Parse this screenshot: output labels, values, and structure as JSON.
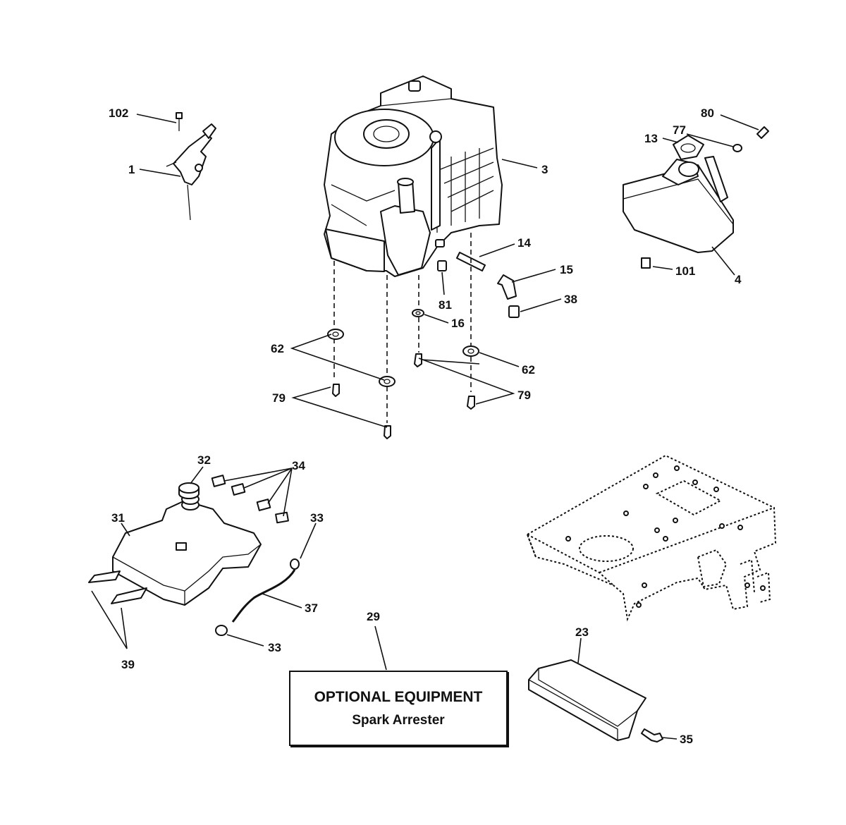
{
  "callouts": {
    "c102": "102",
    "c1": "1",
    "c3": "3",
    "c13": "13",
    "c77": "77",
    "c80": "80",
    "c101": "101",
    "c4": "4",
    "c14": "14",
    "c15": "15",
    "c38": "38",
    "c81": "81",
    "c16": "16",
    "c62a": "62",
    "c62b": "62",
    "c79a": "79",
    "c79b": "79",
    "c32": "32",
    "c34": "34",
    "c31": "31",
    "c33a": "33",
    "c33b": "33",
    "c37": "37",
    "c39": "39",
    "c29": "29",
    "c23": "23",
    "c35": "35"
  },
  "optional_box": {
    "title": "OPTIONAL EQUIPMENT",
    "subtitle": "Spark Arrester"
  }
}
